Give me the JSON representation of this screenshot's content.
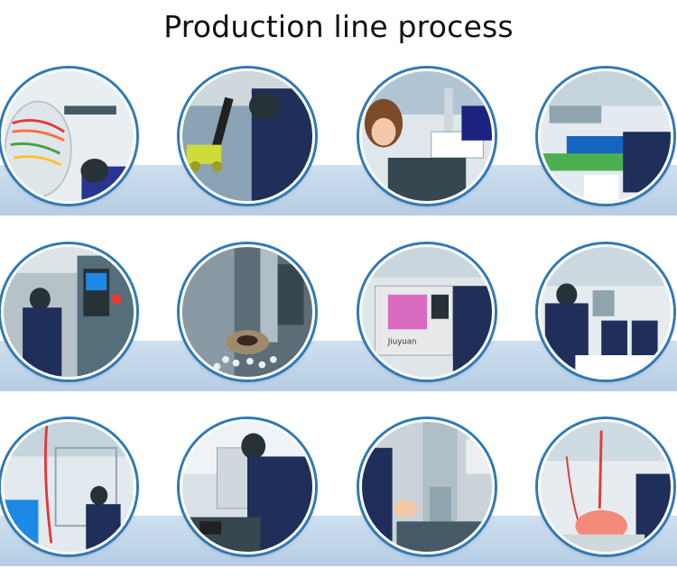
{
  "title": "Production line process",
  "photos": [
    {
      "name": "soldering-wires-photo"
    },
    {
      "name": "screwdriver-assembly-photo"
    },
    {
      "name": "workstation-assembly-photo"
    },
    {
      "name": "bench-testing-photo"
    },
    {
      "name": "cnc-operator-photo"
    },
    {
      "name": "drill-press-part-photo"
    },
    {
      "name": "jiuyuan-cnc-lathe-photo",
      "label": "Jiuyuan"
    },
    {
      "name": "factory-workers-photo"
    },
    {
      "name": "workshop-rack-photo"
    },
    {
      "name": "worker-assembling-photo"
    },
    {
      "name": "hand-machining-photo"
    },
    {
      "name": "testing-probe-photo"
    }
  ]
}
